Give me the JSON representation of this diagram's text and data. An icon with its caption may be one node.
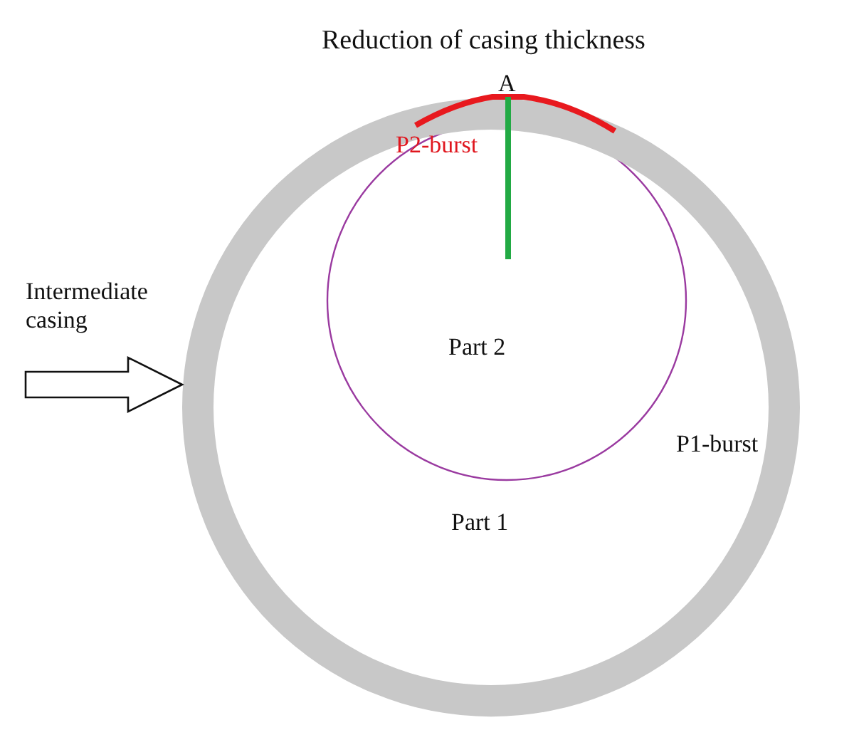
{
  "diagram": {
    "nodes": [
      {
        "text": [
          "Intermediate casing"
        ]
      },
      {
        "text": [],
        "shape": "circle"
      }
    ],
    "edges": [
      {
        "from": 0,
        "to": 1,
        "arrow": "to"
      }
    ],
    "labels": [
      "Reduction of casing thickness",
      "A",
      "P2-burst",
      "Part 2",
      "P1-burst",
      "Part 1"
    ]
  }
}
